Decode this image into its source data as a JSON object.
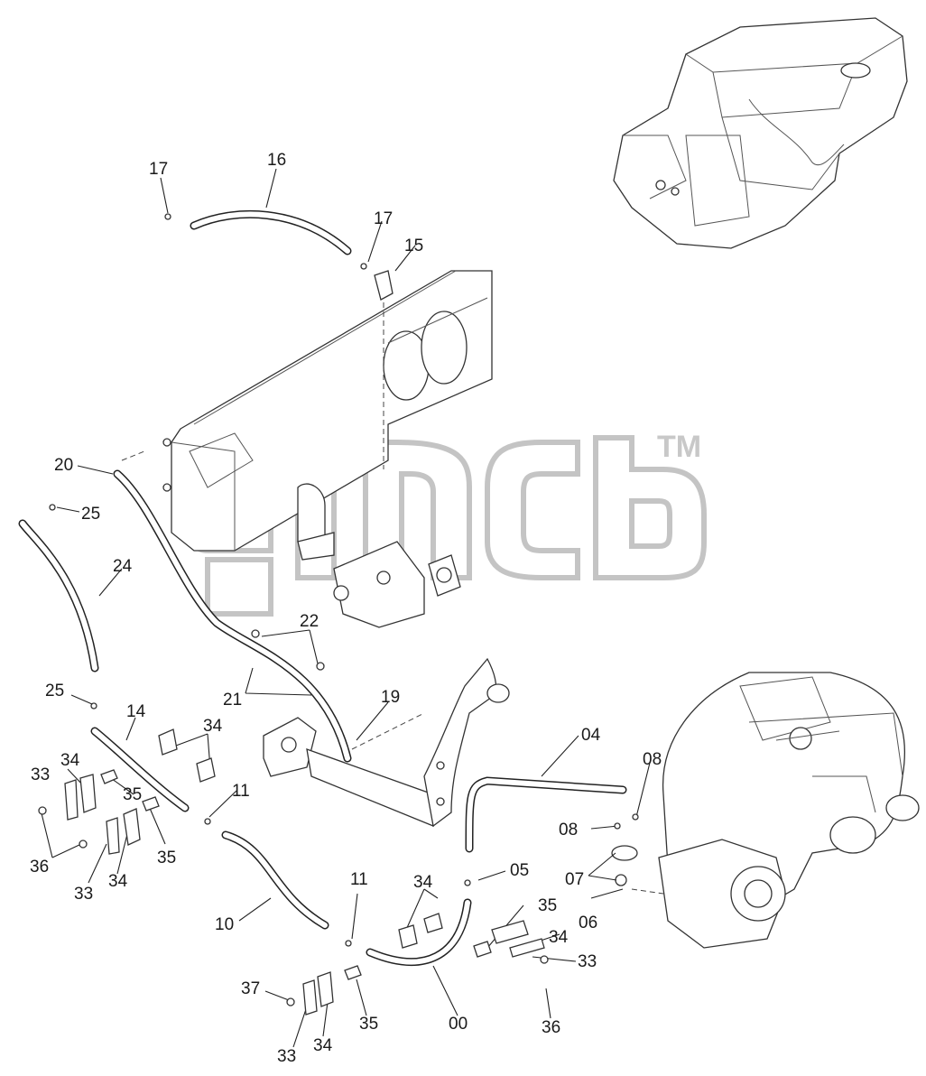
{
  "watermark": {
    "text": "TM"
  },
  "labels": {
    "l16": "16",
    "l17a": "17",
    "l17b": "17",
    "l15": "15",
    "l20": "20",
    "l25a": "25",
    "l24": "24",
    "l22": "22",
    "l21": "21",
    "l25b": "25",
    "l19": "19",
    "l14": "14",
    "l34a": "34",
    "l34b": "34",
    "l33a": "33",
    "l35a": "35",
    "l11a": "11",
    "l36a": "36",
    "l33b": "33",
    "l34c": "34",
    "l35b": "35",
    "l04": "04",
    "l08a": "08",
    "l08b": "08",
    "l07": "07",
    "l05": "05",
    "l06": "06",
    "l10": "10",
    "l11b": "11",
    "l34d": "34",
    "l35c": "35",
    "l34e": "34",
    "l33c": "33",
    "l37": "37",
    "l35d": "35",
    "l00": "00",
    "l36b": "36",
    "l33d": "33",
    "l34f": "34"
  }
}
